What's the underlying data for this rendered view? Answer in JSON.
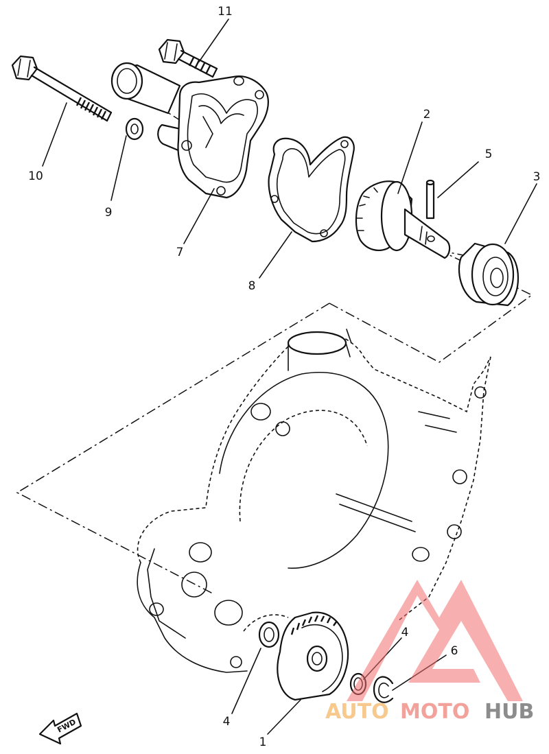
{
  "callouts": [
    {
      "id": "1",
      "label": "1"
    },
    {
      "id": "2",
      "label": "2"
    },
    {
      "id": "3",
      "label": "3"
    },
    {
      "id": "4a",
      "label": "4"
    },
    {
      "id": "4b",
      "label": "4"
    },
    {
      "id": "5",
      "label": "5"
    },
    {
      "id": "6",
      "label": "6"
    },
    {
      "id": "7",
      "label": "7"
    },
    {
      "id": "8",
      "label": "8"
    },
    {
      "id": "9",
      "label": "9"
    },
    {
      "id": "10",
      "label": "10"
    },
    {
      "id": "11",
      "label": "11"
    }
  ],
  "fwd_label": "FWD",
  "watermark": {
    "text_auto": "AUTO",
    "text_moto": "MOTO",
    "text_hub": "HUB",
    "color_auto": "#f7c98f",
    "color_moto": "#f3a19b",
    "color_hub": "#8c8c8c",
    "logo_color": "#f26d6d"
  }
}
